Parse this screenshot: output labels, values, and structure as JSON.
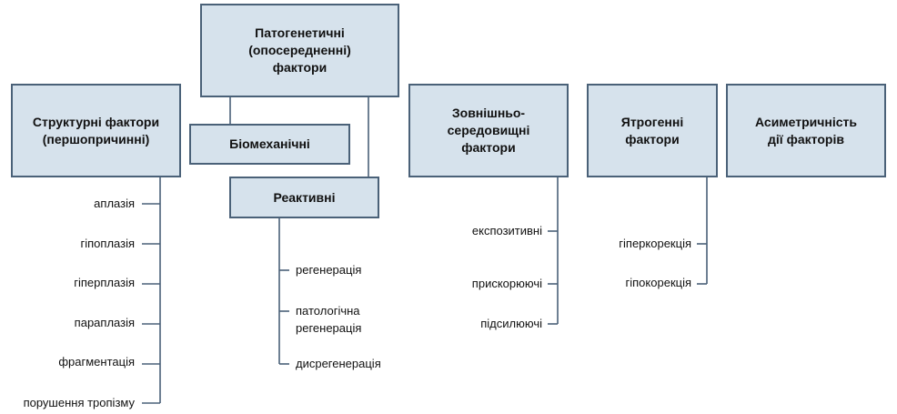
{
  "boxes": {
    "pathogenetic": "Патогенетичні\n(опосередненні)\nфактори",
    "biomechanical": "Біомеханічні",
    "reactive": "Реактивні",
    "structural": "Структурні фактори\n(першопричинні)",
    "environmental": "Зовнішньо-\nсередовищні\nфактори",
    "iatrogenic": "Ятрогенні\nфактори",
    "asymmetry": "Асиметричність\nдії факторів"
  },
  "structural_items": [
    "аплазія",
    "гіпоплазія",
    "гіперплазія",
    "параплазія",
    "фрагментація",
    "порушення тропізму"
  ],
  "reactive_items": [
    "регенерація",
    "патологічна\nрегенерація",
    "дисрегенерація"
  ],
  "environmental_items": [
    "експозитивні",
    "прискорюючі",
    "підсилюючі"
  ],
  "iatrogenic_items": [
    "гіперкорекція",
    "гіпокорекція"
  ]
}
